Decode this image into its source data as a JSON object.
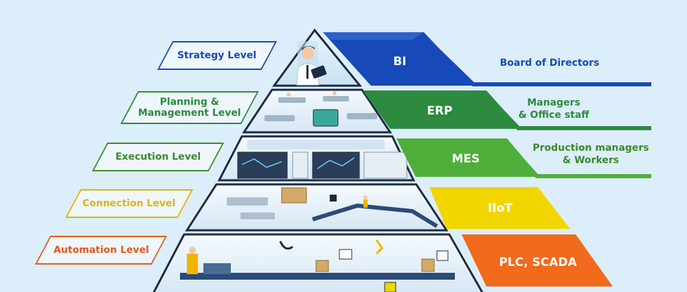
{
  "levels": [
    {
      "label": "Strategy Level",
      "system": "BI",
      "audience": "Board of Directors",
      "color": "#1749b8",
      "label_color": "#1749b8"
    },
    {
      "label": "Planning & Management Level",
      "system": "ERP",
      "audience": "Managers & Office staff",
      "color": "#2d8a3e",
      "label_color": "#2d8a3e"
    },
    {
      "label": "Execution Level",
      "system": "MES",
      "audience": "Production managers & Workers",
      "color": "#4fae3a",
      "label_color": "#3c8a2a"
    },
    {
      "label": "Connection Level",
      "system": "IIoT",
      "audience": "",
      "color": "#f2d600",
      "label_color": "#e0b400"
    },
    {
      "label": "Automation Level",
      "system": "PLC, SCADA",
      "audience": "",
      "color": "#f26a1b",
      "label_color": "#e8581a"
    }
  ],
  "colors": {
    "background": "#dceefa",
    "pyramid_fill": "#eef5fb",
    "pyramid_edge": "#1c2a44"
  }
}
